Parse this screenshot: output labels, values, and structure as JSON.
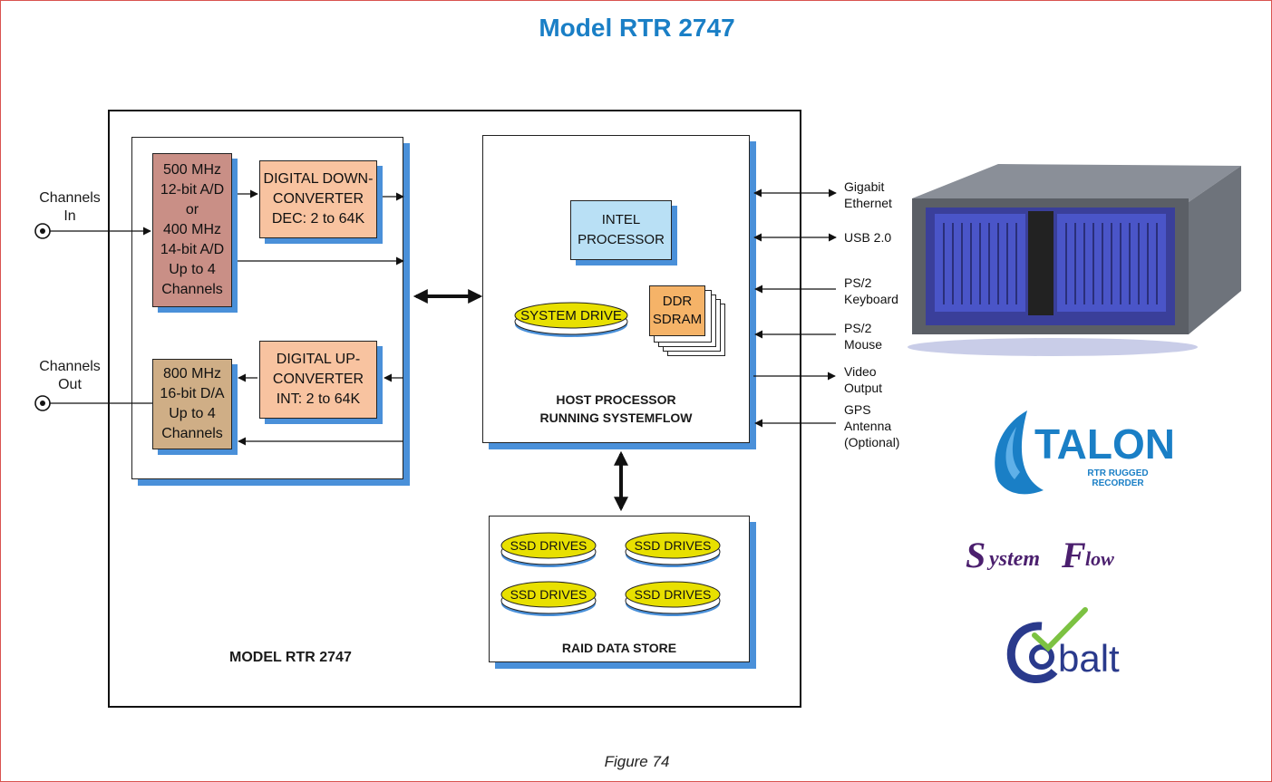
{
  "title": "Model RTR 2747",
  "caption": "Figure 74",
  "channels": {
    "in": "Channels\nIn",
    "out": "Channels\nOut"
  },
  "blocks": {
    "adc": "500 MHz\n12-bit A/D\nor\n400 MHz\n14-bit A/D\nUp to 4\nChannels",
    "ddc": "DIGITAL DOWN-\nCONVERTER\nDEC: 2 to 64K",
    "dac": "800 MHz\n16-bit D/A\nUp to 4\nChannels",
    "duc": "DIGITAL UP-\nCONVERTER\nINT: 2 to 64K",
    "intel": "INTEL\nPROCESSOR",
    "ddr": "DDR\nSDRAM",
    "system_drive": "SYSTEM DRIVE",
    "ssd": [
      "SSD DRIVES",
      "SSD DRIVES",
      "SSD DRIVES",
      "SSD DRIVES"
    ]
  },
  "labels": {
    "host": "HOST PROCESSOR\nRUNNING SYSTEMFLOW",
    "raid": "RAID DATA STORE",
    "model": "MODEL RTR 2747"
  },
  "external": [
    "Gigabit\nEthernet",
    "USB 2.0",
    "PS/2\nKeyboard",
    "PS/2\nMouse",
    "Video\nOutput",
    "GPS\nAntenna\n(Optional)"
  ],
  "logos": {
    "talon": "TALON",
    "talon_sub": "RTR RUGGED\nRECORDER",
    "systemflow_s": "S",
    "systemflow_1": "ystem",
    "systemflow_f": "F",
    "systemflow_2": "low",
    "cobalt": "balt"
  },
  "colors": {
    "accent_blue": "#1a7fc6",
    "shadow_blue": "#4a90d9",
    "adc_fill": "#c98f86",
    "converter_fill": "#f8c3a0",
    "dac_fill": "#cfae86",
    "intel_fill": "#b9e0f5",
    "ddr_fill": "#f5b368",
    "drive_fill": "#e8e000"
  }
}
